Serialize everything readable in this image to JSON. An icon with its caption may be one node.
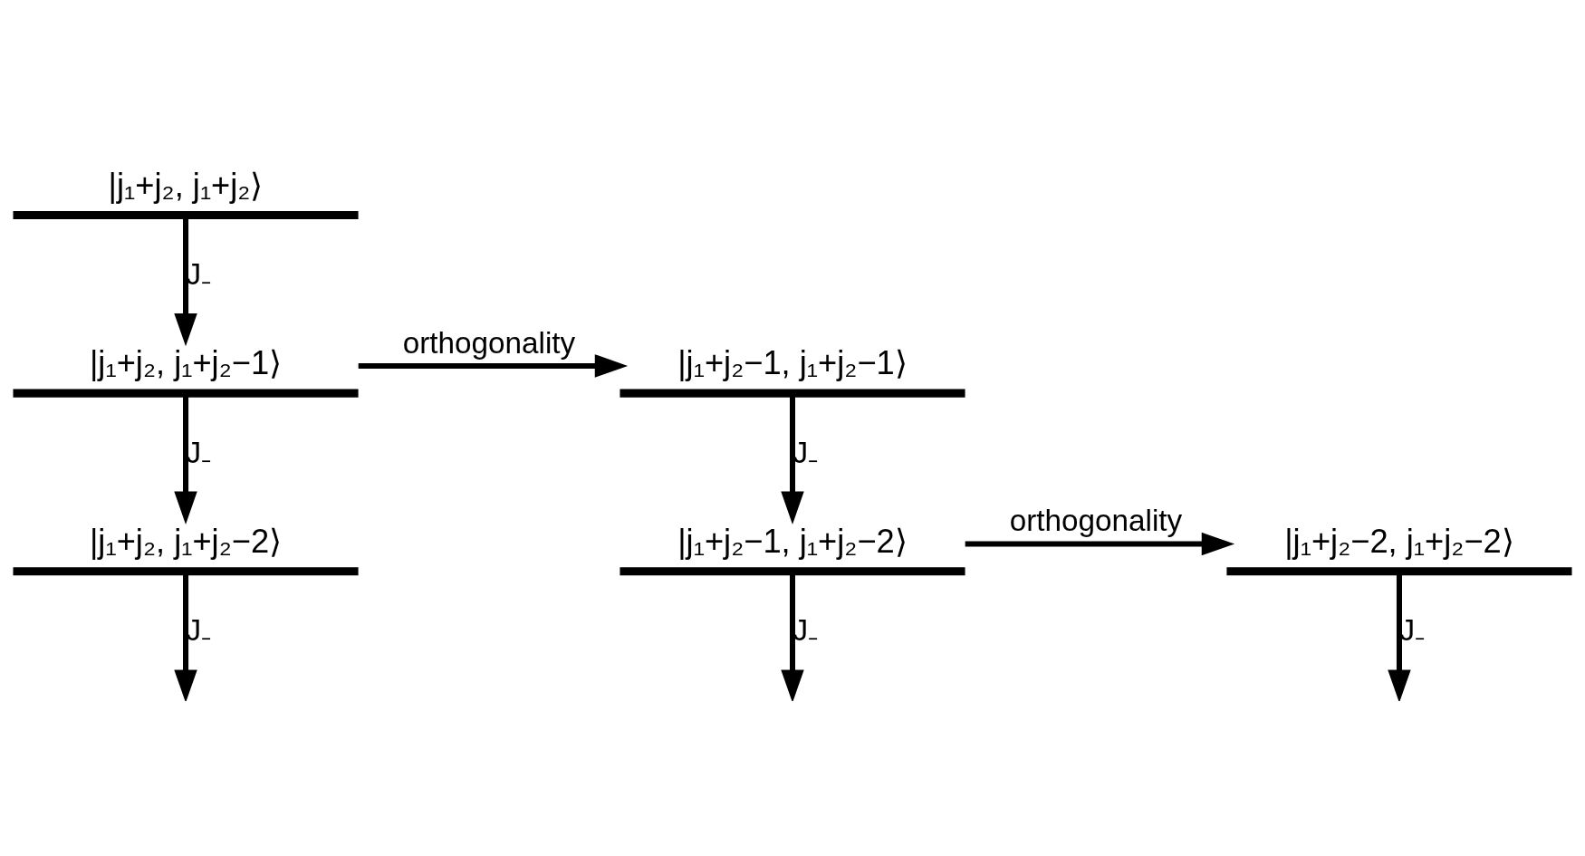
{
  "diagram": {
    "nodes": [
      {
        "text": [
          "|j₁+j₂, j₁+j₂⟩"
        ]
      },
      {
        "text": [
          "|j₁+j₂, j₁+j₂−1⟩"
        ]
      },
      {
        "text": [
          "|j₁+j₂, j₁+j₂−2⟩"
        ]
      },
      {
        "text": [
          "|j₁+j₂−1, j₁+j₂−1⟩"
        ]
      },
      {
        "text": [
          "|j₁+j₂−1, j₁+j₂−2⟩"
        ]
      },
      {
        "text": [
          "|j₁+j₂−2, j₁+j₂−2⟩"
        ]
      }
    ],
    "edges": [
      {
        "from": 0,
        "to": 1,
        "arrow": "to",
        "label": "J₋"
      },
      {
        "from": 1,
        "to": 2,
        "arrow": "to",
        "label": "J₋"
      },
      {
        "from": 2,
        "to": null,
        "arrow": "to",
        "label": "J₋"
      },
      {
        "from": 1,
        "to": 3,
        "arrow": "to",
        "label": "orthogonality"
      },
      {
        "from": 3,
        "to": 4,
        "arrow": "to",
        "label": "J₋"
      },
      {
        "from": 4,
        "to": null,
        "arrow": "to",
        "label": "J₋"
      },
      {
        "from": 4,
        "to": 5,
        "arrow": "to",
        "label": "orthogonality"
      },
      {
        "from": 5,
        "to": null,
        "arrow": "to",
        "label": "J₋"
      }
    ]
  }
}
